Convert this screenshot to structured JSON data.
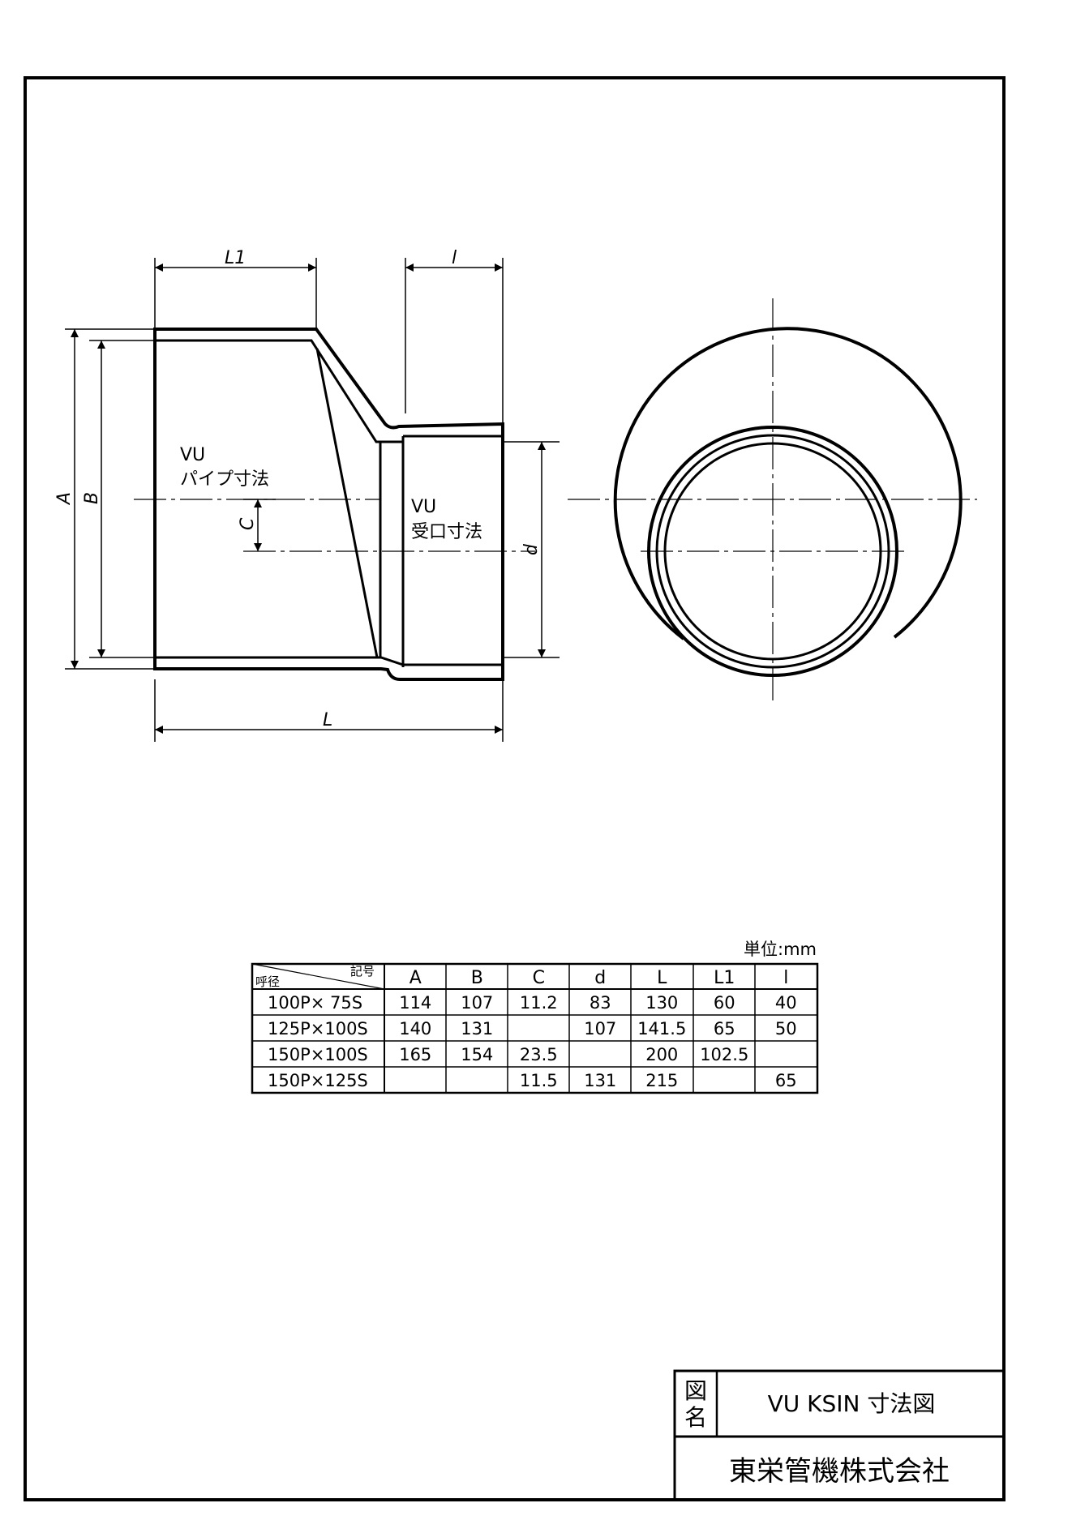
{
  "drawing": {
    "pipe_label_line1": "VU",
    "pipe_label_line2": "パイプ寸法",
    "socket_label_line1": "VU",
    "socket_label_line2": "受口寸法",
    "dims": {
      "L1": "L1",
      "l": "l",
      "A": "A",
      "B": "B",
      "C": "C",
      "d": "d",
      "L": "L"
    }
  },
  "table": {
    "unit": "単位:mm",
    "corner_top": "記号",
    "corner_bottom": "呼径",
    "headers": [
      "A",
      "B",
      "C",
      "d",
      "L",
      "L1",
      "l"
    ],
    "rows": [
      {
        "name": "100P× 75S",
        "cells": [
          "114",
          "107",
          "11.2",
          "83",
          "130",
          "60",
          "40"
        ]
      },
      {
        "name": "125P×100S",
        "cells": [
          "140",
          "131",
          "",
          "107",
          "141.5",
          "65",
          "50"
        ]
      },
      {
        "name": "150P×100S",
        "cells": [
          "165",
          "154",
          "23.5",
          "",
          "200",
          "102.5",
          ""
        ]
      },
      {
        "name": "150P×125S",
        "cells": [
          "",
          "",
          "11.5",
          "131",
          "215",
          "",
          "65"
        ]
      }
    ]
  },
  "title_block": {
    "label_char1": "図",
    "label_char2": "名",
    "drawing_name": "VU KSIN 寸法図",
    "company": "東栄管機株式会社"
  }
}
